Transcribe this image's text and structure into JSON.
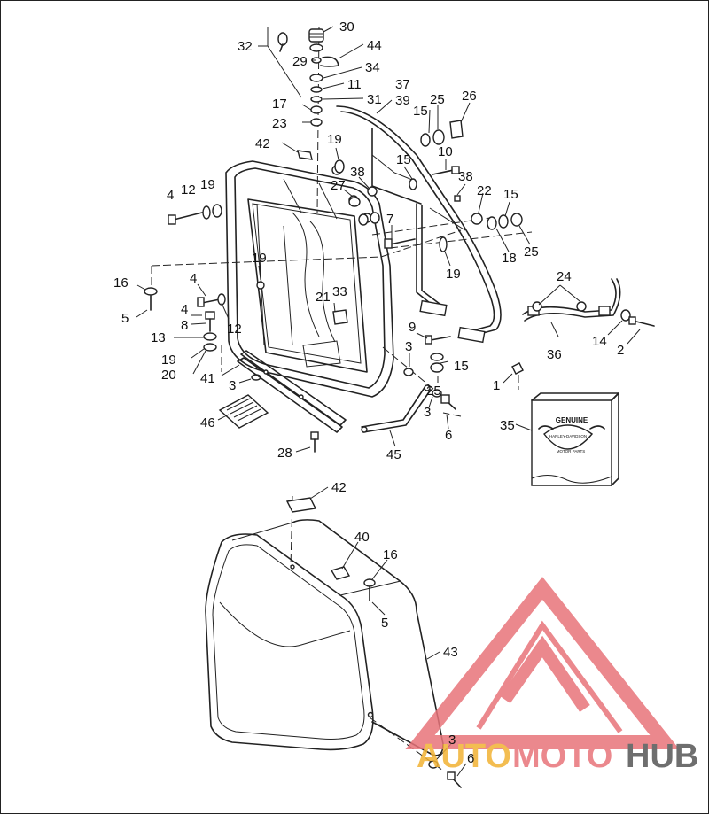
{
  "callouts": {
    "c30": "30",
    "c32": "32",
    "c29": "29",
    "c44": "44",
    "c34": "34",
    "c11": "11",
    "c37": "37",
    "c39": "39",
    "c17": "17",
    "c31": "31",
    "c25a": "25",
    "c26": "26",
    "c15a": "15",
    "c23": "23",
    "c42a": "42",
    "c19a": "19",
    "c10": "10",
    "c15b": "15",
    "c38a": "38",
    "c38b": "38",
    "c27": "27",
    "c4a": "4",
    "c12a": "12",
    "c19b": "19",
    "c22": "22",
    "c15c": "15",
    "c7": "7",
    "c18": "18",
    "c25b": "25",
    "c19c": "19",
    "c19d": "19",
    "c16a": "16",
    "c4b": "4",
    "c5a": "5",
    "c21": "21",
    "c33": "33",
    "c24": "24",
    "c4c": "4",
    "c12b": "12",
    "c9": "9",
    "c8": "8",
    "c13": "13",
    "c3a": "3",
    "c14": "14",
    "c2": "2",
    "c36": "36",
    "c19e": "19",
    "c20": "20",
    "c15d": "15",
    "c41": "41",
    "c3b": "3",
    "c25c": "25",
    "c1": "1",
    "c3c": "3",
    "c6a": "6",
    "c35": "35",
    "c46": "46",
    "c28": "28",
    "c45": "45",
    "c42b": "42",
    "c40": "40",
    "c16b": "16",
    "c5b": "5",
    "c43": "43",
    "c3d": "3",
    "c6b": "6"
  },
  "kit_box": {
    "line1": "GENUINE",
    "line2": "HARLEY-DAVIDSON",
    "line3": "MOTOR PARTS"
  },
  "watermark": {
    "word1": "AUTO",
    "word2": "MOTO",
    "word3": "HUB",
    "color_primary": "#e8747a",
    "color_secondary": "#f2b233",
    "color_tertiary": "#555555"
  }
}
